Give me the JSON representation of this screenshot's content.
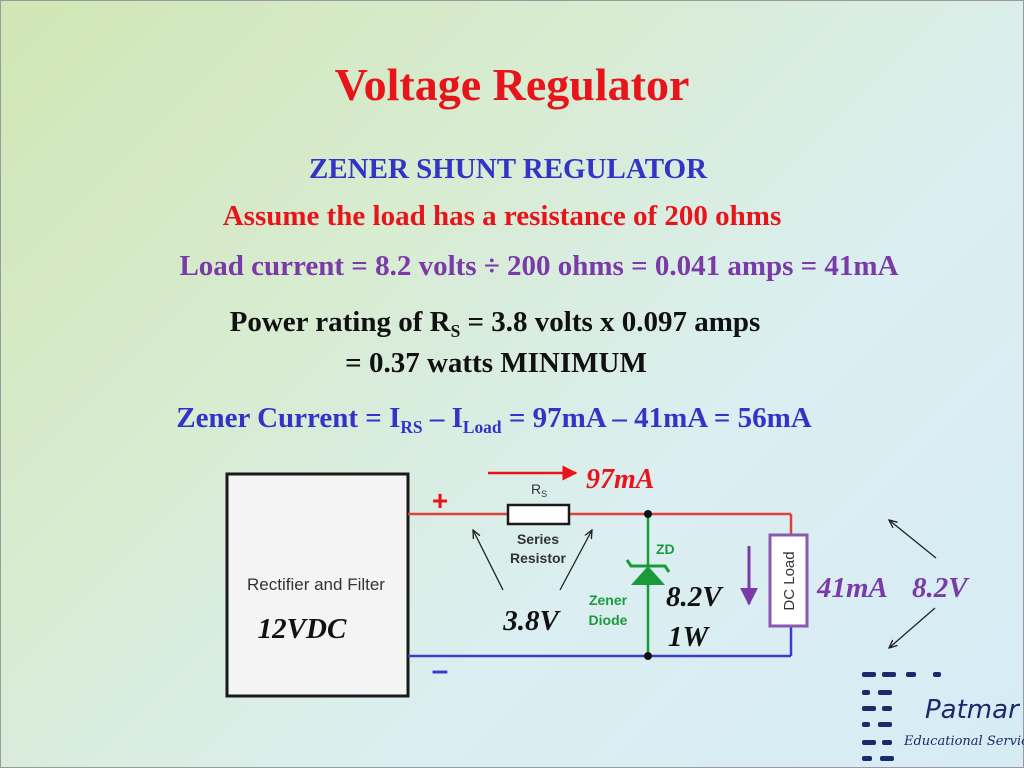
{
  "slide": {
    "title": "Voltage Regulator",
    "subtitle": "ZENER SHUNT REGULATOR",
    "assume": "Assume the load has a resistance of 200 ohms",
    "load_current": "Load current = 8.2 volts ÷ 200 ohms = 0.041 amps = 41mA",
    "power_prefix": "Power rating of R",
    "power_sub": "S",
    "power_suffix": " = 3.8 volts x 0.097 amps",
    "power_line2": "= 0.37 watts MINIMUM",
    "zener_prefix": "Zener Current = I",
    "zener_sub1": "RS",
    "zener_mid": " – I",
    "zener_sub2": "Load",
    "zener_suffix": " = 97mA – 41mA = 56mA"
  },
  "diagram": {
    "rectifier_label": "Rectifier and Filter",
    "supply_voltage": "12VDC",
    "plus_sign": "+",
    "minus_sign": "–",
    "rs_label_main": "R",
    "rs_label_sub": "S",
    "series_label_1": "Series",
    "series_label_2": "Resistor",
    "series_current": "97mA",
    "resistor_voltage": "3.8V",
    "zd_label": "ZD",
    "zener_label_1": "Zener",
    "zener_label_2": "Diode",
    "zener_voltage": "8.2V",
    "zener_power": "1W",
    "load_label": "DC Load",
    "load_current": "41mA",
    "load_voltage": "8.2V"
  },
  "logo": {
    "name": "Patmar",
    "tagline": "Educational Services"
  },
  "colors": {
    "title": "#e8141b",
    "heading_blue": "#3333c8",
    "purple": "#7a3aa8",
    "wire_positive": "#e0403a",
    "wire_negative": "#3b3bd0",
    "zener_green": "#1a9a3a",
    "load_border": "#8a5ab0",
    "logo_navy": "#1a2a6a"
  }
}
